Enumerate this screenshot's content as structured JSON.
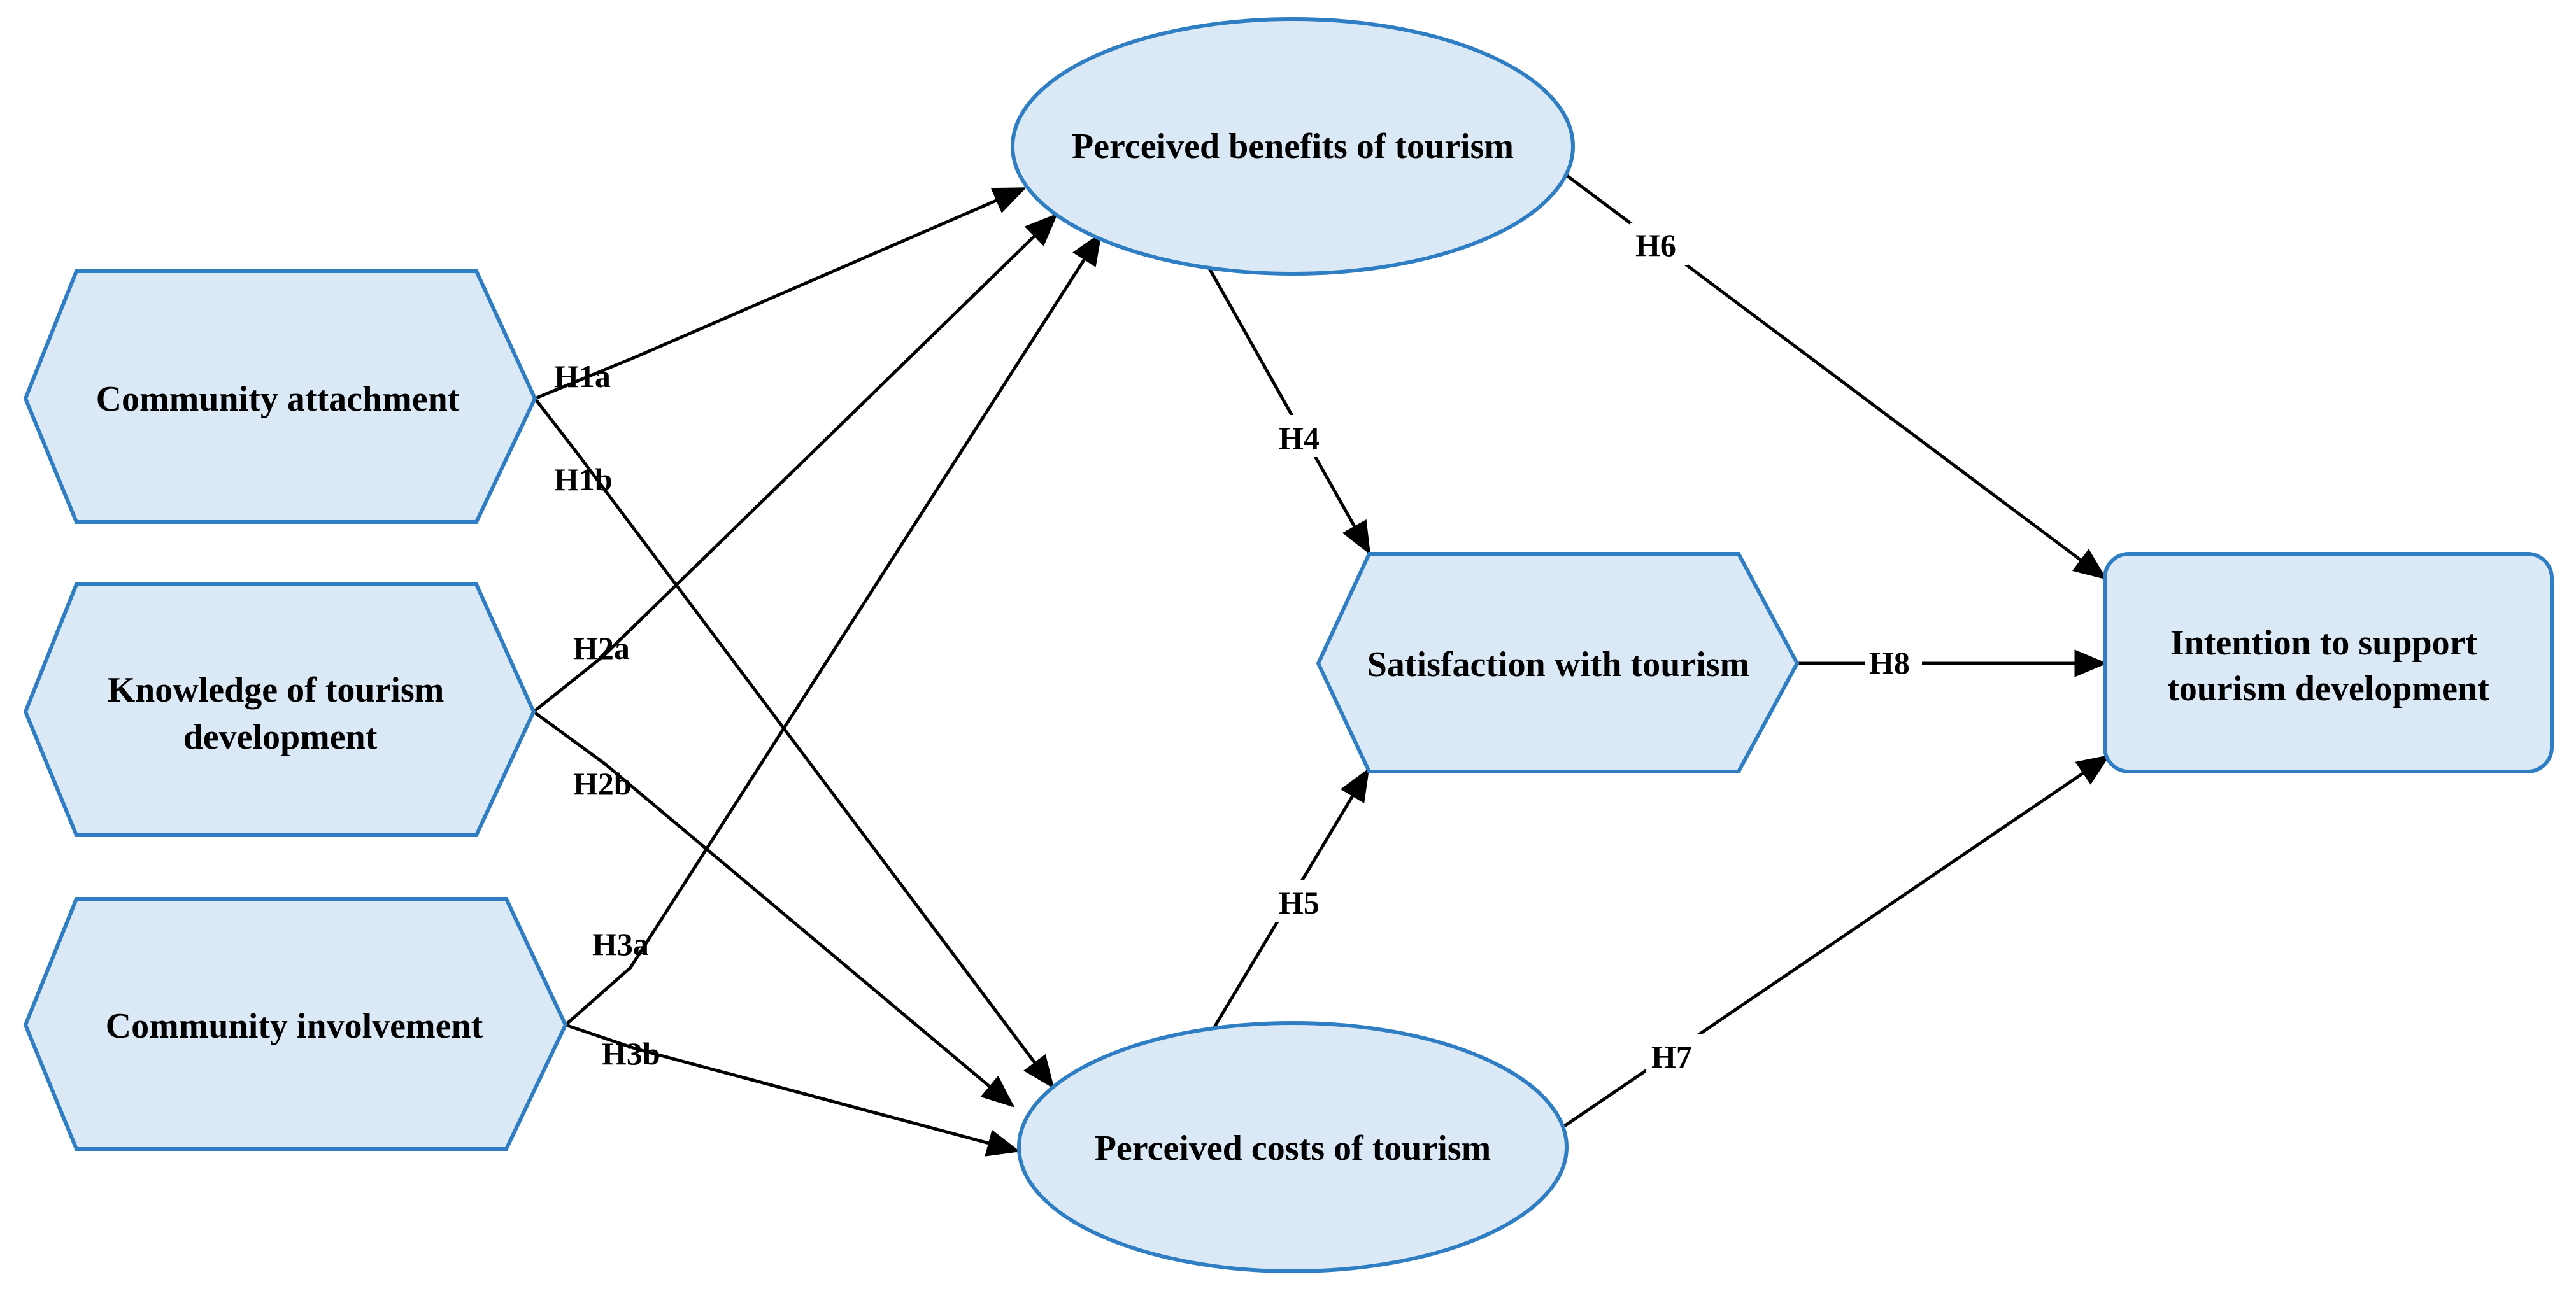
{
  "colors": {
    "node_fill": "#dbe9f7",
    "node_stroke": "#2f7ec4",
    "edge": "#000000",
    "text": "#000000"
  },
  "nodes": {
    "community_attachment": {
      "lines": [
        "Community attachment"
      ]
    },
    "knowledge": {
      "lines": [
        "Knowledge of tourism",
        "development"
      ]
    },
    "community_involvement": {
      "lines": [
        "Community involvement"
      ]
    },
    "perceived_benefits": {
      "lines": [
        "Perceived benefits of tourism"
      ]
    },
    "perceived_costs": {
      "lines": [
        "Perceived costs of tourism"
      ]
    },
    "satisfaction": {
      "lines": [
        "Satisfaction with tourism"
      ]
    },
    "intention": {
      "lines": [
        "Intention to support",
        "tourism development"
      ]
    }
  },
  "edges": [
    {
      "from": "community_attachment",
      "to": "perceived_benefits",
      "label": "H1a"
    },
    {
      "from": "community_attachment",
      "to": "perceived_costs",
      "label": "H1b"
    },
    {
      "from": "knowledge",
      "to": "perceived_benefits",
      "label": "H2a"
    },
    {
      "from": "knowledge",
      "to": "perceived_costs",
      "label": "H2b"
    },
    {
      "from": "community_involvement",
      "to": "perceived_benefits",
      "label": "H3a"
    },
    {
      "from": "community_involvement",
      "to": "perceived_costs",
      "label": "H3b"
    },
    {
      "from": "perceived_benefits",
      "to": "satisfaction",
      "label": "H4"
    },
    {
      "from": "perceived_costs",
      "to": "satisfaction",
      "label": "H5"
    },
    {
      "from": "perceived_benefits",
      "to": "intention",
      "label": "H6"
    },
    {
      "from": "perceived_costs",
      "to": "intention",
      "label": "H7"
    },
    {
      "from": "satisfaction",
      "to": "intention",
      "label": "H8"
    }
  ]
}
